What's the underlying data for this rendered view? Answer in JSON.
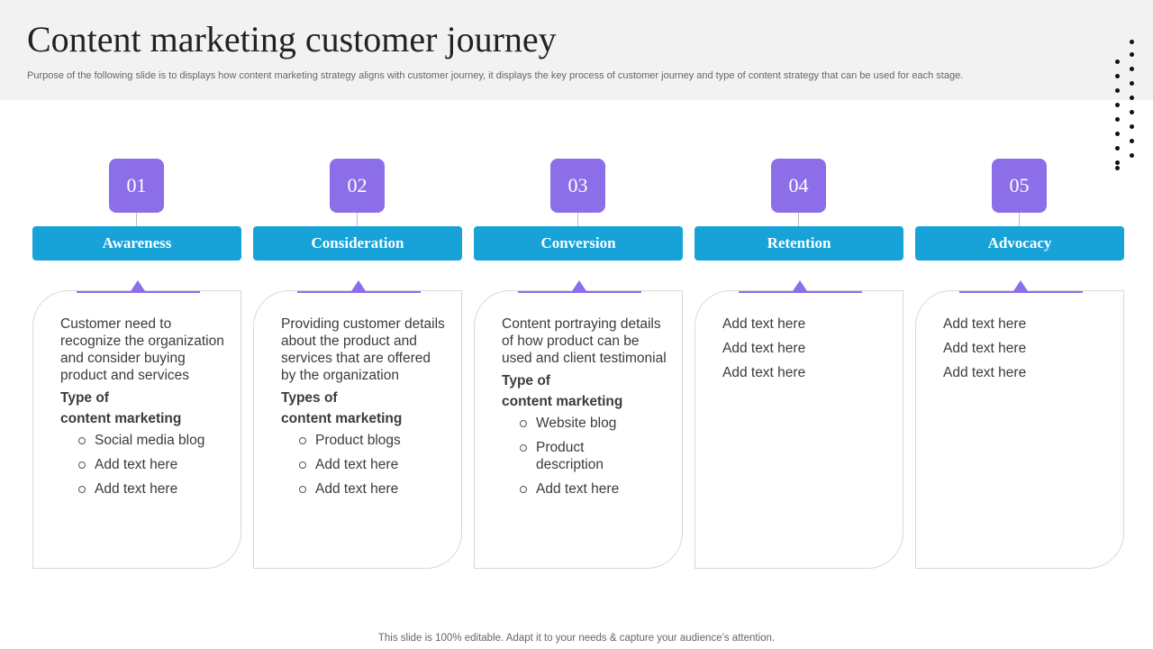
{
  "title": "Content marketing customer journey",
  "subtitle": "Purpose of the following slide is to displays how content marketing strategy aligns with customer journey, it displays the key process of customer journey and type  of content strategy that can be used for each stage.",
  "footer": "This slide is 100% editable. Adapt it to your needs & capture your audience’s attention.",
  "colors": {
    "badge": "#8b6ee8",
    "label": "#17a2d8",
    "header_band": "#f2f2f2"
  },
  "stages": [
    {
      "number": "01",
      "label": "Awareness",
      "description": "Customer need to recognize the organization and consider buying product and services",
      "subheading_1": "Type of",
      "subheading_2": "content marketing",
      "bullets": [
        "Social media blog",
        "Add text here",
        "Add text here"
      ]
    },
    {
      "number": "02",
      "label": "Consideration",
      "description": "Providing customer details about the product and services that are offered by the organization",
      "subheading_1": "Types of",
      "subheading_2": "content marketing",
      "bullets": [
        "Product blogs",
        "Add text here",
        "Add text here"
      ]
    },
    {
      "number": "03",
      "label": "Conversion",
      "description": "Content portraying details of how product can be used and client testimonial",
      "subheading_1": "Type of",
      "subheading_2": "content marketing",
      "bullets": [
        "Website blog",
        "Product description",
        "Add text here"
      ]
    },
    {
      "number": "04",
      "label": "Retention",
      "lines": [
        "Add text here",
        "Add text here",
        "Add text here"
      ]
    },
    {
      "number": "05",
      "label": "Advocacy",
      "lines": [
        "Add text here",
        "Add text here",
        "Add text here"
      ]
    }
  ]
}
